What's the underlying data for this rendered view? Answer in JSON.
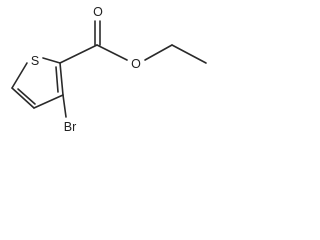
{
  "molecule": {
    "atoms": {
      "sulfur": "S",
      "carbonyl_oxygen": "O",
      "ester_oxygen": "O",
      "bromine": "Br"
    }
  },
  "colors": {
    "bond": "#2a2a2a",
    "label": "#222222",
    "background": "#ffffff"
  }
}
